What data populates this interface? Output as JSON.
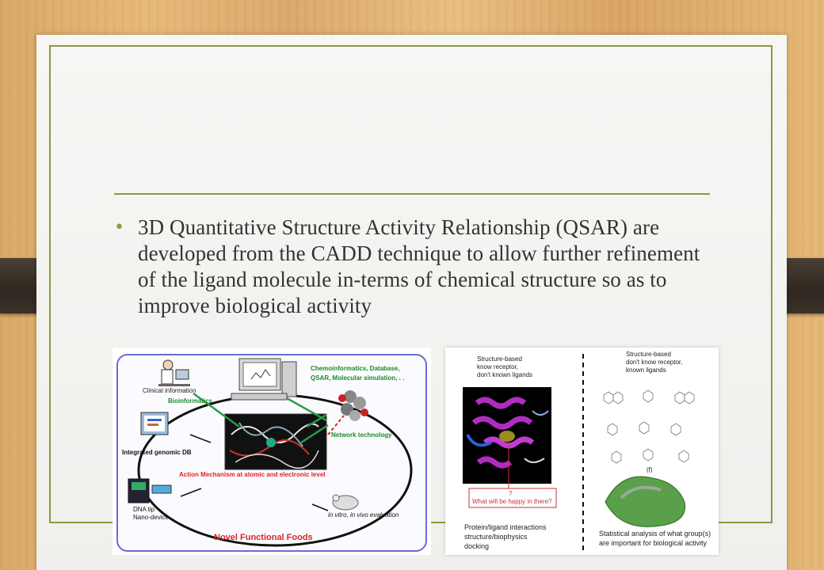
{
  "slide": {
    "bullet_text": "3D Quantitative Structure Activity Relationship (QSAR) are developed from the CADD technique to allow further refinement of the ligand molecule in-terms of chemical structure so as to improve biological activity"
  },
  "left_figure": {
    "clinical": "Clinical information",
    "bioinformatics": "Bioinformatics",
    "chemo_line1": "Chemoinformatics, Database,",
    "chemo_line2": "QSAR, Molecular simulation, . .",
    "network": "Network technology",
    "genomic": "Integrated genomic DB",
    "action": "Action Mechanism at atomic and electronic level",
    "dna_line1": "DNA tip",
    "dna_line2": "Nano-device",
    "invitro": "in vitro, in vivo evaluation",
    "novel": "Novel Functional Foods"
  },
  "right_figure": {
    "left_head1": "Structure-based",
    "left_head2": "know receptor,",
    "left_head3": "don't known ligands",
    "q_mark": "?",
    "question": "What will be happy in there?",
    "left_foot1": "Protein/ligand interactions",
    "left_foot2": "structure/biophysics",
    "left_foot3": "docking",
    "right_head1": "Structure-based",
    "right_head2": "don't know receptor,",
    "right_head3": "known ligands",
    "f_label": "(f)",
    "right_foot1": "Statistical analysis of what group(s)",
    "right_foot2": "are important for biological activity"
  }
}
